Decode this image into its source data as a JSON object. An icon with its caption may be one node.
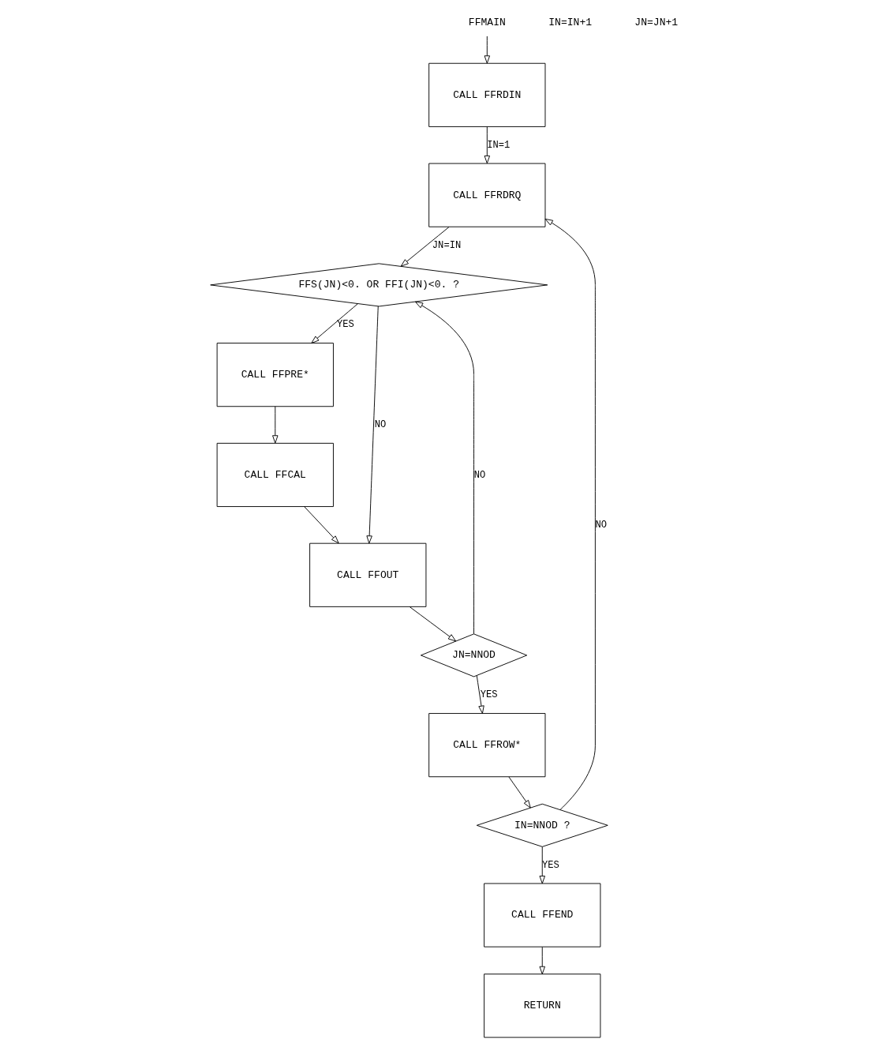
{
  "diagram": {
    "nodes": [
      {
        "text": [
          "FFMAIN"
        ]
      },
      {
        "text": [
          "CALL FFRDIN"
        ]
      },
      {
        "text": [
          "CALL FFRDRQ"
        ]
      },
      {
        "text": [
          "FFS(JN)<0. OR FFI(JN)<0. ?"
        ]
      },
      {
        "text": [
          "CALL FFPRE*"
        ]
      },
      {
        "text": [
          "CALL FFCAL"
        ]
      },
      {
        "text": [
          "CALL FFOUT"
        ]
      },
      {
        "text": [
          "JN=NNOD"
        ]
      },
      {
        "text": [
          "CALL FFROW*"
        ]
      },
      {
        "text": [
          "IN=NNOD ?"
        ]
      },
      {
        "text": [
          "CALL FFEND"
        ]
      },
      {
        "text": [
          "RETURN"
        ]
      }
    ],
    "edges": [
      {
        "from": 0,
        "to": 1,
        "arrow": "to"
      },
      {
        "from": 1,
        "to": 2,
        "arrow": "to",
        "label": "IN=1"
      },
      {
        "from": 2,
        "to": 3,
        "arrow": "to",
        "label": "JN=IN"
      },
      {
        "from": 3,
        "to": 6,
        "arrow": "to",
        "label": "NO"
      },
      {
        "from": 3,
        "to": 4,
        "arrow": "to",
        "label": "YES"
      },
      {
        "from": 4,
        "to": 5,
        "arrow": "to"
      },
      {
        "from": 5,
        "to": 6,
        "arrow": "to"
      },
      {
        "from": 6,
        "to": 7,
        "arrow": "to"
      },
      {
        "from": 7,
        "to": 3,
        "arrow": "to",
        "label": "NO"
      },
      {
        "from": 7,
        "to": 8,
        "arrow": "to",
        "label": "YES"
      },
      {
        "from": 8,
        "to": 9,
        "arrow": "to"
      },
      {
        "from": 9,
        "to": 2,
        "arrow": "to",
        "label": "NO"
      },
      {
        "from": 9,
        "to": 10,
        "arrow": "to",
        "label": "YES"
      },
      {
        "from": 10,
        "to": 11,
        "arrow": "to"
      }
    ],
    "labels": [
      "IN=IN+1",
      "JN=JN+1"
    ]
  }
}
